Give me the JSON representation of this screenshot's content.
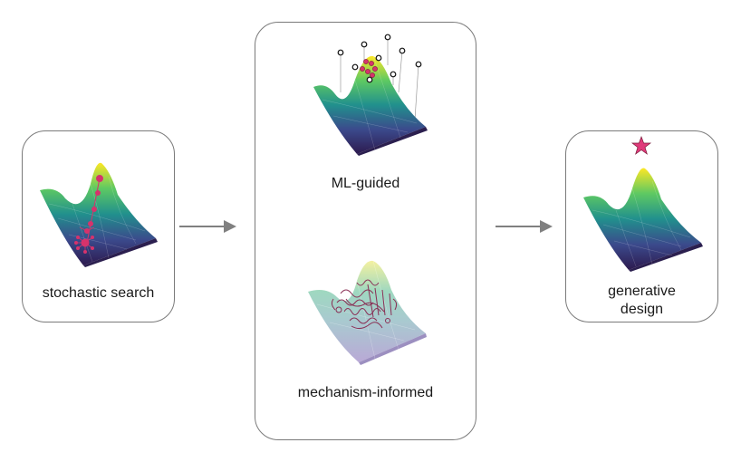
{
  "panels": {
    "stochastic": {
      "label": "stochastic search"
    },
    "ml": {
      "label": "ML-guided"
    },
    "mechanism": {
      "label": "mechanism-informed"
    },
    "generative": {
      "label_line1": "generative",
      "label_line2": "design"
    }
  },
  "colors": {
    "surface_low": "#3b2f6e",
    "surface_mid": "#21908d",
    "surface_high": "#fde725",
    "marker": "#d6336c",
    "star": "#e03a7a",
    "arrow": "#808080",
    "border": "#7a7a7a"
  }
}
